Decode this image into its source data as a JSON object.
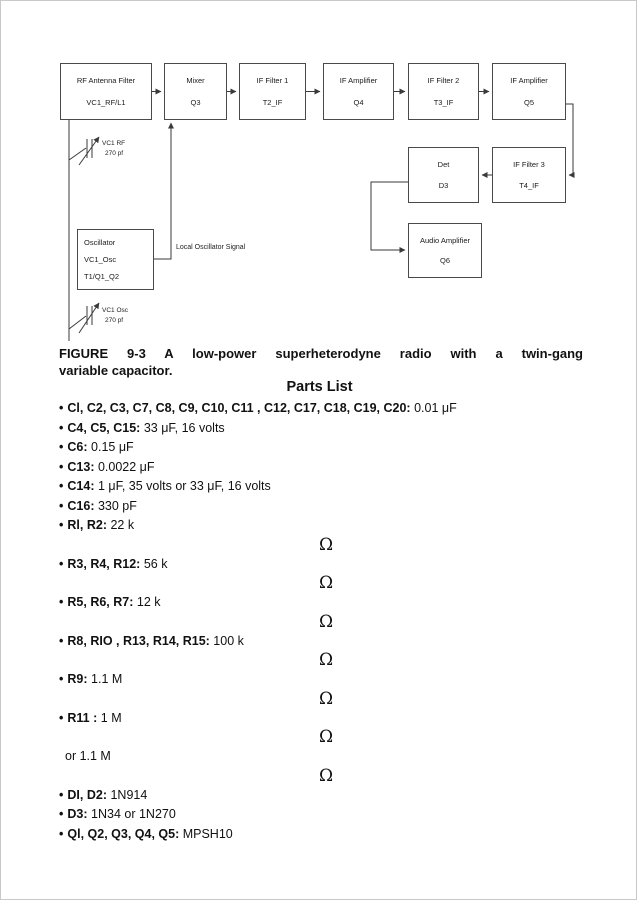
{
  "diagram": {
    "boxes": {
      "rf_filter": {
        "line1": "RF Antenna Filter",
        "line2": "VC1_RF/L1"
      },
      "mixer": {
        "line1": "Mixer",
        "line2": "Q3"
      },
      "if_filter1": {
        "line1": "IF Filter 1",
        "line2": "T2_IF"
      },
      "if_amp1": {
        "line1": "IF Amplifier",
        "line2": "Q4"
      },
      "if_filter2": {
        "line1": "IF Filter 2",
        "line2": "T3_IF"
      },
      "if_amp2": {
        "line1": "IF Amplifier",
        "line2": "Q5"
      },
      "det": {
        "line1": "Det",
        "line2": "D3"
      },
      "if_filter3": {
        "line1": "IF Filter 3",
        "line2": "T4_IF"
      },
      "audio_amp": {
        "line1": "Audio Amplifier",
        "line2": "Q6"
      },
      "oscillator": {
        "line1": "Oscillator",
        "line2": "VC1_Osc",
        "line3": "T1/Q1_Q2"
      }
    },
    "labels": {
      "local_osc": "Local Oscillator Signal",
      "vc1_rf_name": "VC1 RF",
      "vc1_rf_value": "270 pf",
      "vc1_osc_name": "VC1 Osc",
      "vc1_osc_value": "270 pf"
    }
  },
  "caption": {
    "line1": "FIGURE 9-3  A low-power superheterodyne radio with a twin-gang",
    "line2": "variable capacitor."
  },
  "parts": {
    "title": "Parts List",
    "bullet": "•",
    "omega": "Ω",
    "items": [
      {
        "label": "Cl, C2, C3, C7, C8, C9, C10, C11 , C12, C17, C18, C19, C20:",
        "value": "0.01 μF"
      },
      {
        "label": "C4, C5, C15:",
        "value": "33 μF, 16 volts"
      },
      {
        "label": "C6:",
        "value": "0.15 μF"
      },
      {
        "label": "C13:",
        "value": "0.0022 μF"
      },
      {
        "label": "C14:",
        "value": "1 μF, 35 volts or 33 μF, 16 volts"
      },
      {
        "label": "C16:",
        "value": "330 pF"
      },
      {
        "label": "Rl, R2:",
        "value": "22 k"
      },
      {
        "label": "R3, R4, R12:",
        "value": "56 k"
      },
      {
        "label": "R5, R6, R7:",
        "value": "12 k"
      },
      {
        "label": "R8, RIO , R13, R14, R15:",
        "value": "100 k"
      },
      {
        "label": "R9:",
        "value": "1.1 M"
      },
      {
        "label": "R11 :",
        "value": "1 M"
      },
      {
        "label": "",
        "value": "or 1.1 M"
      },
      {
        "label": "DI, D2:",
        "value": "1N914"
      },
      {
        "label": "D3:",
        "value": "1N34 or 1N270"
      },
      {
        "label": "Ql, Q2, Q3, Q4, Q5:",
        "value": "MPSH10"
      }
    ]
  }
}
